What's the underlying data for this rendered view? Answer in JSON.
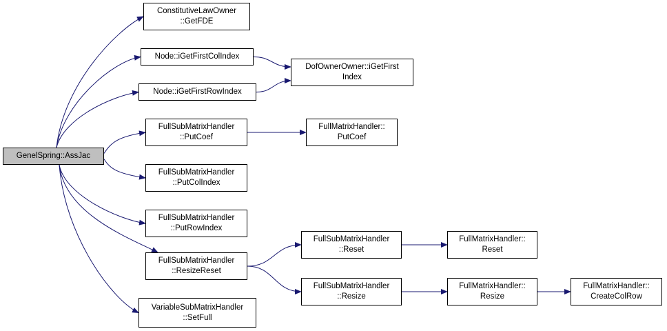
{
  "graph": {
    "edge_color": "#191970",
    "root_fill": "#bfbfbf",
    "nodes": [
      {
        "id": "assjac",
        "lines": [
          "GenelSpring::AssJac"
        ],
        "root": true
      },
      {
        "id": "getfde",
        "lines": [
          "ConstitutiveLawOwner",
          "::GetFDE"
        ]
      },
      {
        "id": "getfirstcol",
        "lines": [
          "Node::iGetFirstColIndex"
        ]
      },
      {
        "id": "getfirstrow",
        "lines": [
          "Node::iGetFirstRowIndex"
        ]
      },
      {
        "id": "dofgetfirst",
        "lines": [
          "DofOwnerOwner::iGetFirst",
          "Index"
        ]
      },
      {
        "id": "fsputcoef",
        "lines": [
          "FullSubMatrixHandler",
          "::PutCoef"
        ]
      },
      {
        "id": "fmputcoef",
        "lines": [
          "FullMatrixHandler::",
          "PutCoef"
        ]
      },
      {
        "id": "putcolindex",
        "lines": [
          "FullSubMatrixHandler",
          "::PutColIndex"
        ]
      },
      {
        "id": "putrowindex",
        "lines": [
          "FullSubMatrixHandler",
          "::PutRowIndex"
        ]
      },
      {
        "id": "resizereset",
        "lines": [
          "FullSubMatrixHandler",
          "::ResizeReset"
        ]
      },
      {
        "id": "fsreset",
        "lines": [
          "FullSubMatrixHandler",
          "::Reset"
        ]
      },
      {
        "id": "fmreset",
        "lines": [
          "FullMatrixHandler::",
          "Reset"
        ]
      },
      {
        "id": "fsresize",
        "lines": [
          "FullSubMatrixHandler",
          "::Resize"
        ]
      },
      {
        "id": "fmresize",
        "lines": [
          "FullMatrixHandler::",
          "Resize"
        ]
      },
      {
        "id": "createcolrow",
        "lines": [
          "FullMatrixHandler::",
          "CreateColRow"
        ]
      },
      {
        "id": "setfull",
        "lines": [
          "VariableSubMatrixHandler",
          "::SetFull"
        ]
      }
    ],
    "edges": [
      [
        "assjac",
        "getfde"
      ],
      [
        "assjac",
        "getfirstcol"
      ],
      [
        "assjac",
        "getfirstrow"
      ],
      [
        "assjac",
        "fsputcoef"
      ],
      [
        "assjac",
        "putcolindex"
      ],
      [
        "assjac",
        "putrowindex"
      ],
      [
        "assjac",
        "resizereset"
      ],
      [
        "assjac",
        "setfull"
      ],
      [
        "getfirstcol",
        "dofgetfirst"
      ],
      [
        "getfirstrow",
        "dofgetfirst"
      ],
      [
        "fsputcoef",
        "fmputcoef"
      ],
      [
        "resizereset",
        "fsreset"
      ],
      [
        "resizereset",
        "fsresize"
      ],
      [
        "fsreset",
        "fmreset"
      ],
      [
        "fsresize",
        "fmresize"
      ],
      [
        "fmresize",
        "createcolrow"
      ]
    ]
  }
}
